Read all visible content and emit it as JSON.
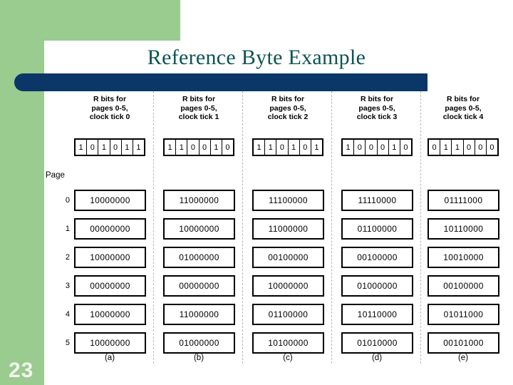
{
  "slide": {
    "title": "Reference Byte Example",
    "number": "23",
    "page_label": "Page",
    "accent_green": "#9acb8f",
    "accent_navy": "#0b3668",
    "title_color": "#0d5354"
  },
  "figure": {
    "row_numbers": [
      "0",
      "1",
      "2",
      "3",
      "4",
      "5"
    ],
    "columns": [
      {
        "sublabel": "(a)",
        "header_lines": [
          "R bits for",
          "pages 0-5,",
          "clock tick 0"
        ],
        "clock_tick": "0",
        "r_bits": [
          "1",
          "0",
          "1",
          "0",
          "1",
          "1"
        ],
        "page_bytes": [
          "10000000",
          "00000000",
          "10000000",
          "00000000",
          "10000000",
          "10000000"
        ]
      },
      {
        "sublabel": "(b)",
        "header_lines": [
          "R bits for",
          "pages 0-5,",
          "clock tick 1"
        ],
        "clock_tick": "1",
        "r_bits": [
          "1",
          "1",
          "0",
          "0",
          "1",
          "0"
        ],
        "page_bytes": [
          "11000000",
          "10000000",
          "01000000",
          "00000000",
          "11000000",
          "01000000"
        ]
      },
      {
        "sublabel": "(c)",
        "header_lines": [
          "R bits for",
          "pages 0-5,",
          "clock tick 2"
        ],
        "clock_tick": "2",
        "r_bits": [
          "1",
          "1",
          "0",
          "1",
          "0",
          "1"
        ],
        "page_bytes": [
          "11100000",
          "11000000",
          "00100000",
          "10000000",
          "01100000",
          "10100000"
        ]
      },
      {
        "sublabel": "(d)",
        "header_lines": [
          "R bits for",
          "pages 0-5,",
          "clock tick 3"
        ],
        "clock_tick": "3",
        "r_bits": [
          "1",
          "0",
          "0",
          "0",
          "1",
          "0"
        ],
        "page_bytes": [
          "11110000",
          "01100000",
          "00100000",
          "01000000",
          "10110000",
          "01010000"
        ]
      },
      {
        "sublabel": "(e)",
        "header_lines": [
          "R bits for",
          "pages 0-5,",
          "clock tick 4"
        ],
        "clock_tick": "4",
        "r_bits": [
          "0",
          "1",
          "1",
          "0",
          "0",
          "0"
        ],
        "page_bytes": [
          "01111000",
          "10110000",
          "10010000",
          "00100000",
          "01011000",
          "00101000"
        ]
      }
    ]
  }
}
